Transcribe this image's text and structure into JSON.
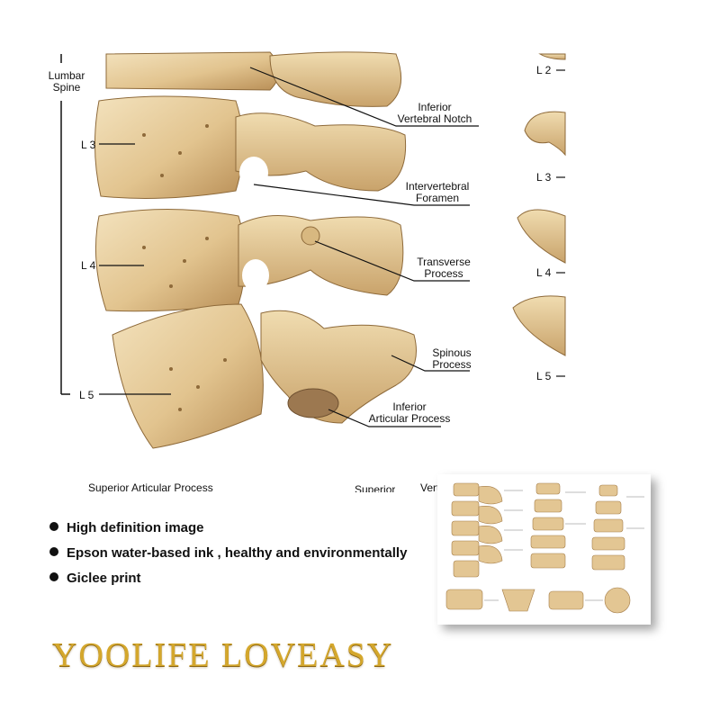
{
  "main_diagram": {
    "bracket_label": "Lumbar\nSpine",
    "levels": [
      "L 3",
      "L 4",
      "L 5"
    ],
    "labels": {
      "inferior_notch": "Inferior\nVertebral Notch",
      "foramen": "Intervertebral\nForamen",
      "transverse": "Transverse\nProcess",
      "spinous": "Spinous\nProcess",
      "inferior_articular": "Inferior\nArticular Process"
    },
    "bottom_cut_labels": [
      "Superior Articular Process",
      "Superior",
      "Vert"
    ]
  },
  "side_diagram": {
    "levels": [
      "L 2",
      "L 3",
      "L 4",
      "L 5"
    ]
  },
  "features": [
    "High definition image",
    "Epson water-based ink , healthy and environmentally",
    "Giclee print"
  ],
  "brand": "YOOLIFE LOVEASY",
  "colors": {
    "bone": "#e8cf9f",
    "bone_shadow": "#b98f57",
    "brand_gold": "#d4a72c"
  }
}
